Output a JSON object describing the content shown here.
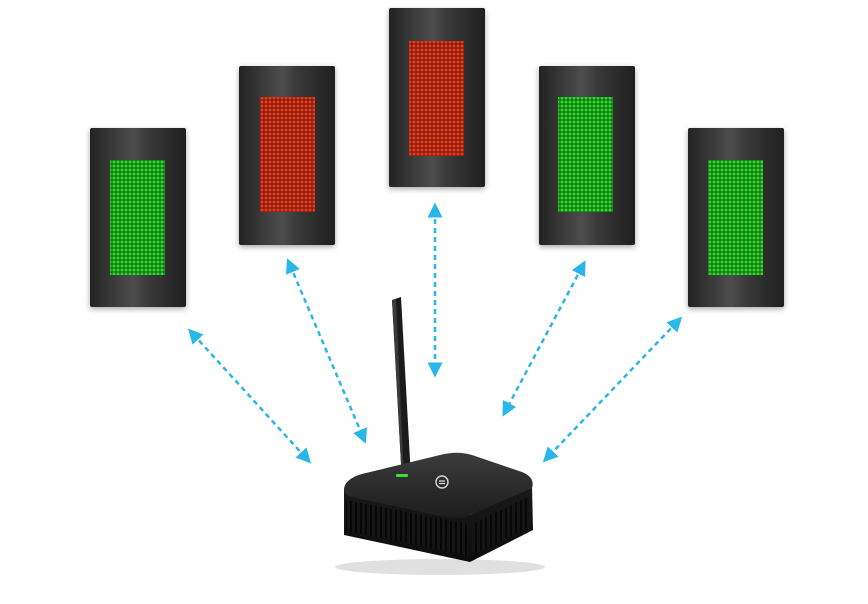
{
  "colors": {
    "panel_dark": "#2b2b2b",
    "panel_highlight": "#5a5a5a",
    "led_green": "#22c61e",
    "led_green_dark": "#118a10",
    "led_red": "#d8341c",
    "led_red_dark": "#8e1a0c",
    "link_arrow": "#29b6e8",
    "router_body": "#2a2a2a",
    "router_led": "#38e23a"
  },
  "displays": [
    {
      "id": "display-1",
      "status": "available",
      "led_color": "green"
    },
    {
      "id": "display-2",
      "status": "occupied",
      "led_color": "red"
    },
    {
      "id": "display-3",
      "status": "occupied",
      "led_color": "red"
    },
    {
      "id": "display-4",
      "status": "available",
      "led_color": "green"
    },
    {
      "id": "display-5",
      "status": "available",
      "led_color": "green"
    }
  ],
  "links": [
    {
      "from": "router",
      "to": "display-1",
      "style": "dashed-bidirectional"
    },
    {
      "from": "router",
      "to": "display-2",
      "style": "dashed-bidirectional"
    },
    {
      "from": "router",
      "to": "display-3",
      "style": "dashed-bidirectional"
    },
    {
      "from": "router",
      "to": "display-4",
      "style": "dashed-bidirectional"
    },
    {
      "from": "router",
      "to": "display-5",
      "style": "dashed-bidirectional"
    }
  ],
  "gateway": {
    "name": "router",
    "antenna": true,
    "status_light": "on",
    "logo_icon": "brand-logo-icon"
  }
}
